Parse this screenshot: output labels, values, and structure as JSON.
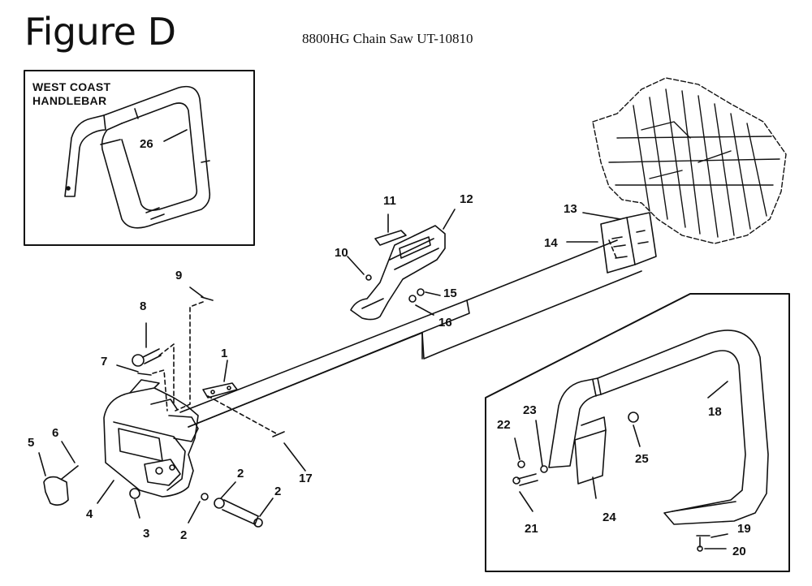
{
  "header": {
    "figure_title": "Figure D",
    "subtitle": "8800HG Chain Saw UT-10810"
  },
  "inset": {
    "caption_line1": "WEST COAST",
    "caption_line2": "HANDLEBAR",
    "callout": "26"
  },
  "callouts": [
    "1",
    "2",
    "2",
    "2",
    "3",
    "4",
    "5",
    "6",
    "7",
    "8",
    "9",
    "10",
    "11",
    "12",
    "13",
    "14",
    "15",
    "16",
    "17",
    "18",
    "19",
    "20",
    "21",
    "22",
    "23",
    "24",
    "25"
  ],
  "colors": {
    "ink": "#111111",
    "background": "#ffffff"
  }
}
